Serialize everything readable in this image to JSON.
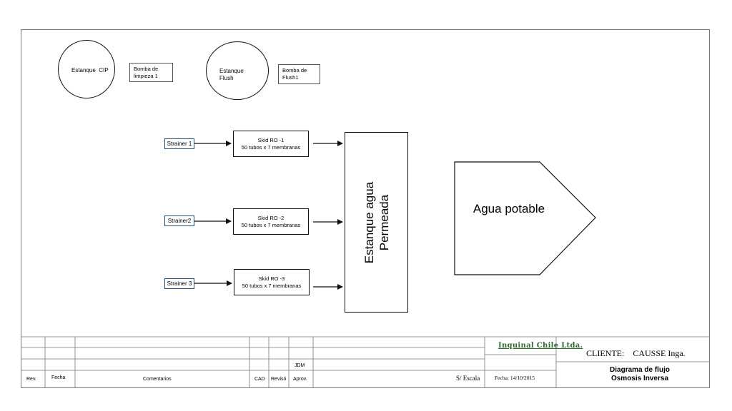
{
  "tanks": {
    "cip_label": "Estanque  CIP",
    "flush_label": "Estanque\nFlush"
  },
  "pumps": {
    "cleaning": "Bomba de\nlimpieza 1",
    "flush": "Bomba de\nFlush1"
  },
  "strainers": [
    "Strainer 1",
    "Strainer2",
    "Strainer 3"
  ],
  "skids": [
    {
      "title": "Skid  RO -1",
      "detail": "50 tubos x 7 membranas"
    },
    {
      "title": "Skid  RO -2",
      "detail": "50 tubos x 7 membranas"
    },
    {
      "title": "Skid  RO -3",
      "detail": "50 tubos x 7 membranas"
    }
  ],
  "permeate_tank": "Estanque agua\nPermeada",
  "output": "Agua potable",
  "title_block": {
    "rev": "Rev.",
    "fecha": "Fecha",
    "comentarios": "Comentarios",
    "cad": "CAD",
    "reviso": "Revisó",
    "aprov": "Aprov.",
    "jdm": "JDM",
    "escala": "S/ Escala",
    "date": "Fecha: 14/10/2015",
    "company": "Inquinal Chile Ltda.",
    "client": "CLIENTE:    CAUSSE Inga.",
    "diagram_title": "Diagrama de flujo",
    "diagram_subtitle": "Osmosis Inversa"
  }
}
